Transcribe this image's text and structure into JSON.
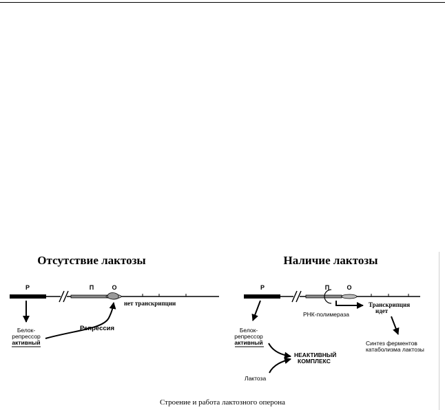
{
  "caption": "Строение и работа лактозного оперона",
  "panels": [
    {
      "title": "Отсутствие лактозы",
      "gene_p": "Р",
      "promoter": "П",
      "operator": "О",
      "no_transcription": "нет транскрипции",
      "repressor": [
        "Белок-",
        "репрессор",
        "активный"
      ],
      "repression": "Репрессия"
    },
    {
      "title": "Наличие лактозы",
      "gene_p": "Р",
      "promoter": "П",
      "operator": "О",
      "rna_polymerase": "РНК-полимераза",
      "transcription": [
        "Транскрипция",
        "идет"
      ],
      "repressor": [
        "Белок-",
        "репрессор",
        "активный"
      ],
      "inactive_complex": [
        "НЕАКТИВНЫЙ",
        "КОМПЛЕКС"
      ],
      "lactose": "Лактоза",
      "synthesis": [
        "Синтез ферментов",
        "катаболизма лактозы"
      ]
    }
  ]
}
